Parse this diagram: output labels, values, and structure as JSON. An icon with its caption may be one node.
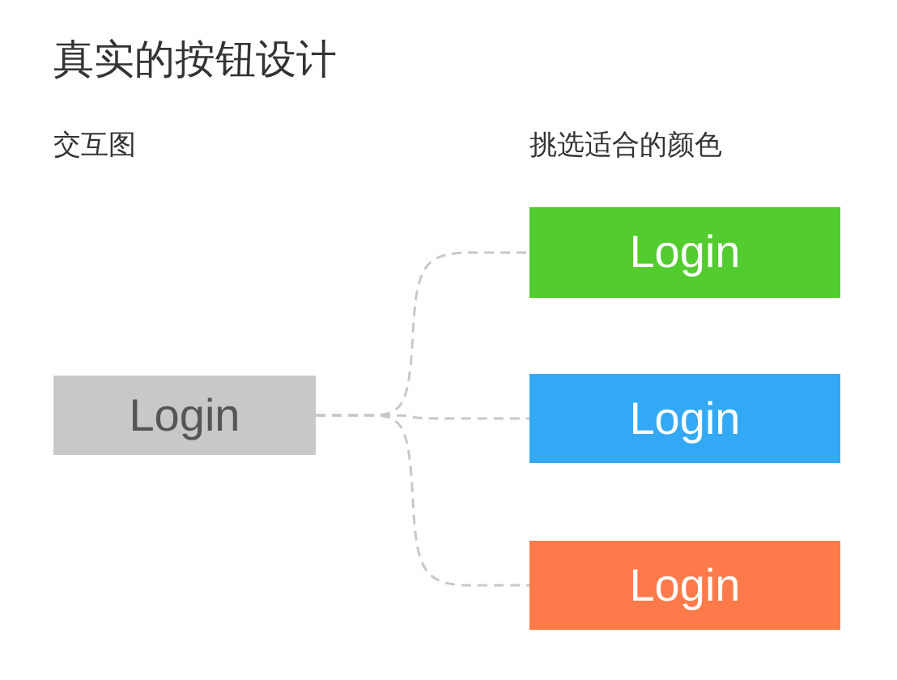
{
  "diagram": {
    "title": "真实的按钮设计",
    "nodes": [
      {
        "text": [
          "Login"
        ]
      },
      {
        "text": [
          "Login"
        ]
      },
      {
        "text": [
          "Login"
        ]
      },
      {
        "text": [
          "Login"
        ]
      }
    ],
    "edges": [
      {
        "from": 0,
        "to": 1,
        "arrow": "none",
        "style": "dashed"
      },
      {
        "from": 0,
        "to": 2,
        "arrow": "none",
        "style": "dashed"
      },
      {
        "from": 0,
        "to": 3,
        "arrow": "none",
        "style": "dashed"
      }
    ],
    "labels": [
      "交互图",
      "挑选适合的颜色"
    ]
  }
}
